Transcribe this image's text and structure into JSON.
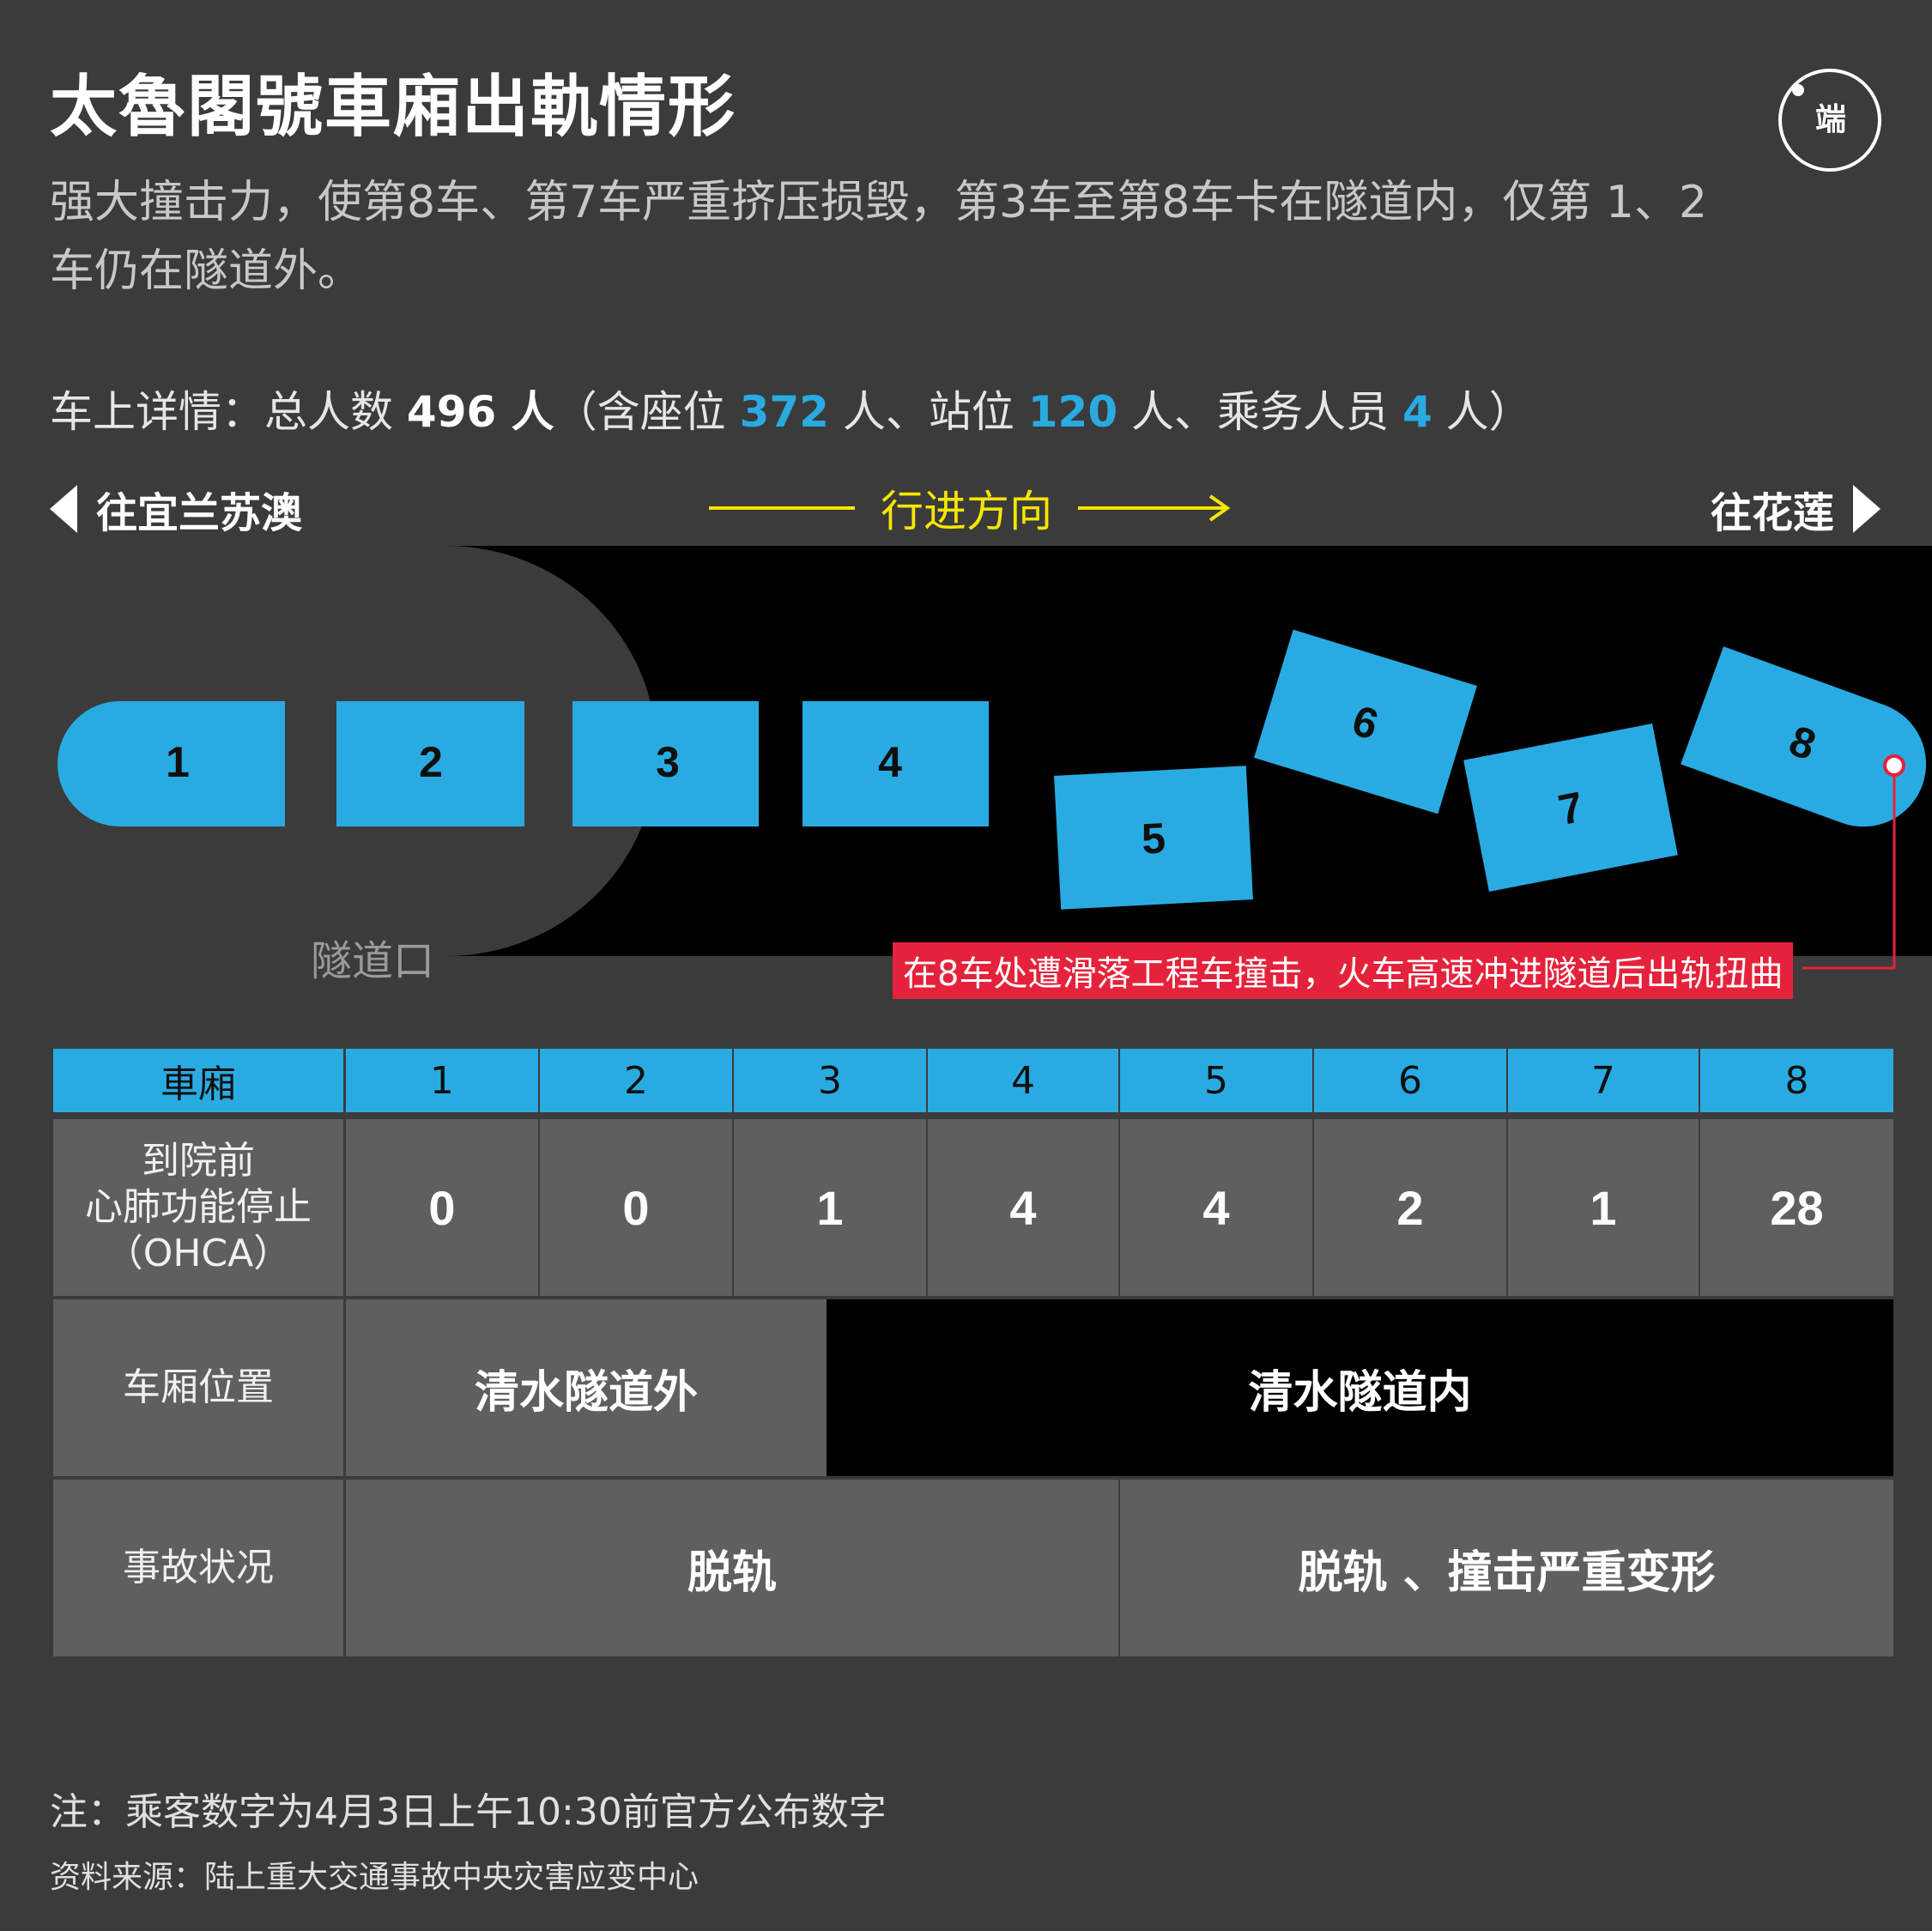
{
  "title": "太魯閣號車廂出軌情形",
  "subtitle": "强大撞击力，使第8车、第7车严重挤压损毁，第3车至第8车卡在隧道内，仅第 1、2 车仍在隧道外。",
  "logo_text": "端",
  "stats": {
    "prefix": "车上详情：总人数 ",
    "total": "496 人",
    "seat_prefix": "（含座位 ",
    "seat": "372",
    "stand_prefix": " 人、站位 ",
    "stand": "120",
    "crew_prefix": " 人、乘务人员 ",
    "crew": "4",
    "suffix": " 人）"
  },
  "direction": {
    "left": "往宜兰苏澳",
    "center": "行进方向",
    "right": "往花莲"
  },
  "cars": [
    "1",
    "2",
    "3",
    "4",
    "5",
    "6",
    "7",
    "8"
  ],
  "tunnel_label": "隧道口",
  "annotation": "在8车处遭滑落工程车撞击，火车高速冲进隧道后出轨扭曲",
  "colors": {
    "accent": "#29abe2",
    "background": "#3b3b3b",
    "annotation": "#e5223b",
    "direction": "#f5e600"
  },
  "table": {
    "header_label": "車廂",
    "car_numbers": [
      "1",
      "2",
      "3",
      "4",
      "5",
      "6",
      "7",
      "8"
    ],
    "ohca_label": "到院前\n心肺功能停止\n（OHCA）",
    "ohca_label_lines": [
      "到院前",
      "心肺功能停止",
      "（OHCA）"
    ],
    "ohca_values": [
      "0",
      "0",
      "1",
      "4",
      "4",
      "2",
      "1",
      "28"
    ],
    "position_label": "车厢位置",
    "position_outside": "清水隧道外",
    "position_inside": "清水隧道内",
    "status_label": "事故状况",
    "status_a": "脱轨",
    "status_b": "脱轨 、撞击严重变形"
  },
  "note": "注：乘客数字为4月3日上午10:30前官方公布数字",
  "source": "资料来源：陆上重大交通事故中央灾害应变中心"
}
